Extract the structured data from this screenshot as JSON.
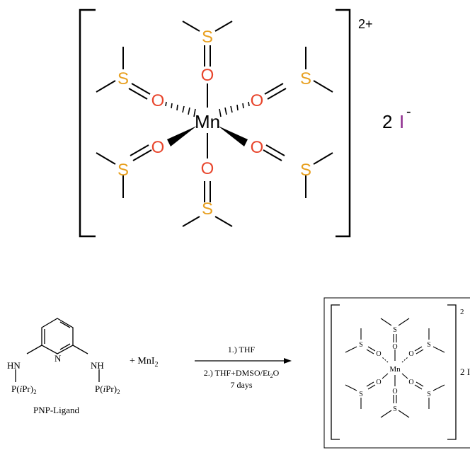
{
  "complex": {
    "metal": "Mn",
    "oxygen": "O",
    "sulfur": "S",
    "charge": "2+",
    "counterion_count": "2",
    "counterion": "I",
    "counterion_charge": "-"
  },
  "scheme": {
    "ligand_label": "PNP-Ligand",
    "hn_left": "HN",
    "nh_right": "NH",
    "n_ring": "N",
    "p_left_a": "P(",
    "p_italic": "i",
    "p_left_b": "Pr)",
    "p_sub": "2",
    "reagent_plus": "+ MnI",
    "reagent_sub": "2",
    "step1": "1.) THF",
    "step2_a": "2.) THF+DMSO/Et",
    "step2_sub": "2",
    "step2_b": "O",
    "step2_time": "7 days",
    "product_charge": "2",
    "product_counterion": "2 I"
  },
  "colors": {
    "oxygen": "#e8452c",
    "sulfur": "#e8a020",
    "iodine": "#8e2a8e",
    "bond": "#000000"
  }
}
